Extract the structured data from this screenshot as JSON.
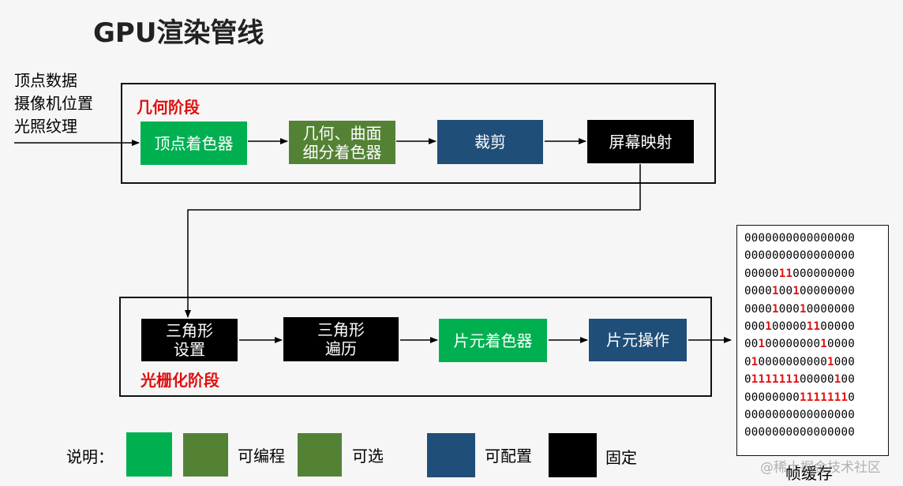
{
  "title": "GPU渲染管线",
  "inputs": [
    "顶点数据",
    "摄像机位置",
    "光照纹理"
  ],
  "geometry_stage": {
    "label": "几何阶段",
    "nodes": [
      {
        "lines": [
          "顶点着色器"
        ],
        "kind": "programmable"
      },
      {
        "lines": [
          "几何、曲面",
          "细分着色器"
        ],
        "kind": "optional"
      },
      {
        "lines": [
          "裁剪"
        ],
        "kind": "configurable"
      },
      {
        "lines": [
          "屏幕映射"
        ],
        "kind": "fixed"
      }
    ]
  },
  "raster_stage": {
    "label": "光栅化阶段",
    "nodes": [
      {
        "lines": [
          "三角形",
          "设置"
        ],
        "kind": "fixed"
      },
      {
        "lines": [
          "三角形",
          "遍历"
        ],
        "kind": "fixed"
      },
      {
        "lines": [
          "片元着色器"
        ],
        "kind": "programmable"
      },
      {
        "lines": [
          "片元操作"
        ],
        "kind": "configurable"
      }
    ]
  },
  "framebuffer": {
    "label": "帧缓存",
    "rows": [
      "0000000000000000",
      "0000000000000000",
      "0000011000000000",
      "0000100100000000",
      "0000100010000000",
      "0001000001100000",
      "0010000000010000",
      "0100000000001000",
      "0111111100000100",
      "0000000011111110",
      "0000000000000000",
      "0000000000000000"
    ],
    "highlight_rows": [
      2,
      3,
      4,
      5,
      6,
      7,
      8,
      9
    ]
  },
  "legend": {
    "prefix": "说明：",
    "items": [
      {
        "label": "可编程"
      },
      {
        "label": "可选"
      },
      {
        "label": "可配置"
      },
      {
        "label": "固定"
      }
    ]
  },
  "watermark": "@稀土掘金技术社区",
  "colors": {
    "programmable": "#00b050",
    "optional": "#548235",
    "configurable": "#1f4e79",
    "fixed": "#000000",
    "stage_label": "#e01010"
  }
}
